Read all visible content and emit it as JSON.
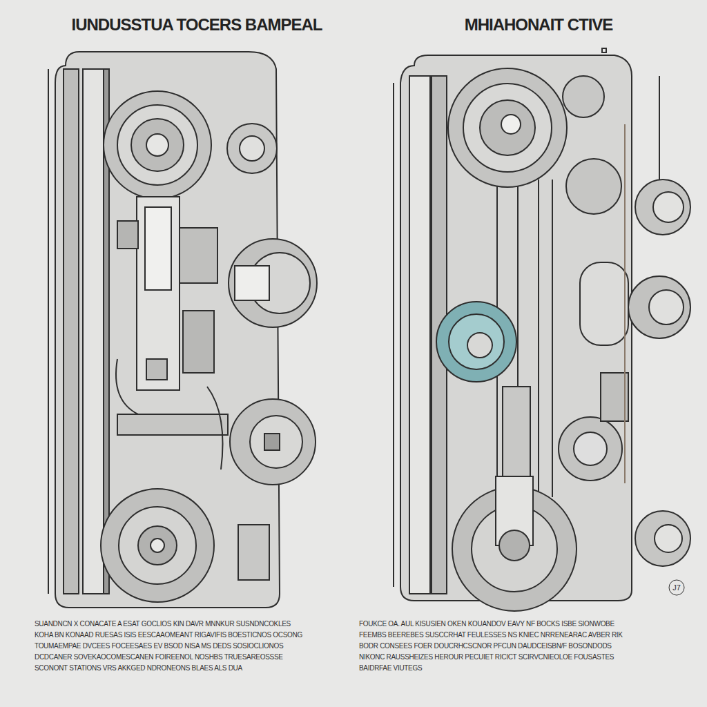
{
  "diagram": {
    "labels": [
      "IUNDUSSTUA TOCERS BAMPEAL",
      "MHIAHONAIT CTIVE",
      "SUANDNCN X CONACATE A ESAT GOCLIOS KIN DAVR MNNKUR SUSNDNCOKLES KOHA BN KONAAD RUESAS ISIS EESCAAOMEANT RIGAVIFIS BOESTICNOS OCSONG TOUMAEMPAE DVCEES FOCEESAES EV BSOD NISA MS DEDS SOSIOCLIONOS DCDCANER SOVEKAOCOMESCANEN FOIREENOL NOSHBS TRUESAREOSSSE SCONONT STATIONS VRS AKKGED NDRONEONS BLAES ALS DUA",
      "FOUKCE OA. AUL KISUSIEN OKEN KOUANDOV EAVY NF BOCKS ISBE SIONWOBE FEEMBS BEEREBES SUSCCRHAT FEULESSES NS KNIEC NRRENEARAC AVBER RIK BODR CONSEES FOER DOUCRHCSCNOR PFCUN DAUDCEISBN/F BOSONDODS NIKONC RAUSSHEIZES HEROUR PECUIET RICICT SCIRVCNIEOLOE FOUSASTES BAIDRFAE VIUTEGS",
      "J7"
    ]
  }
}
